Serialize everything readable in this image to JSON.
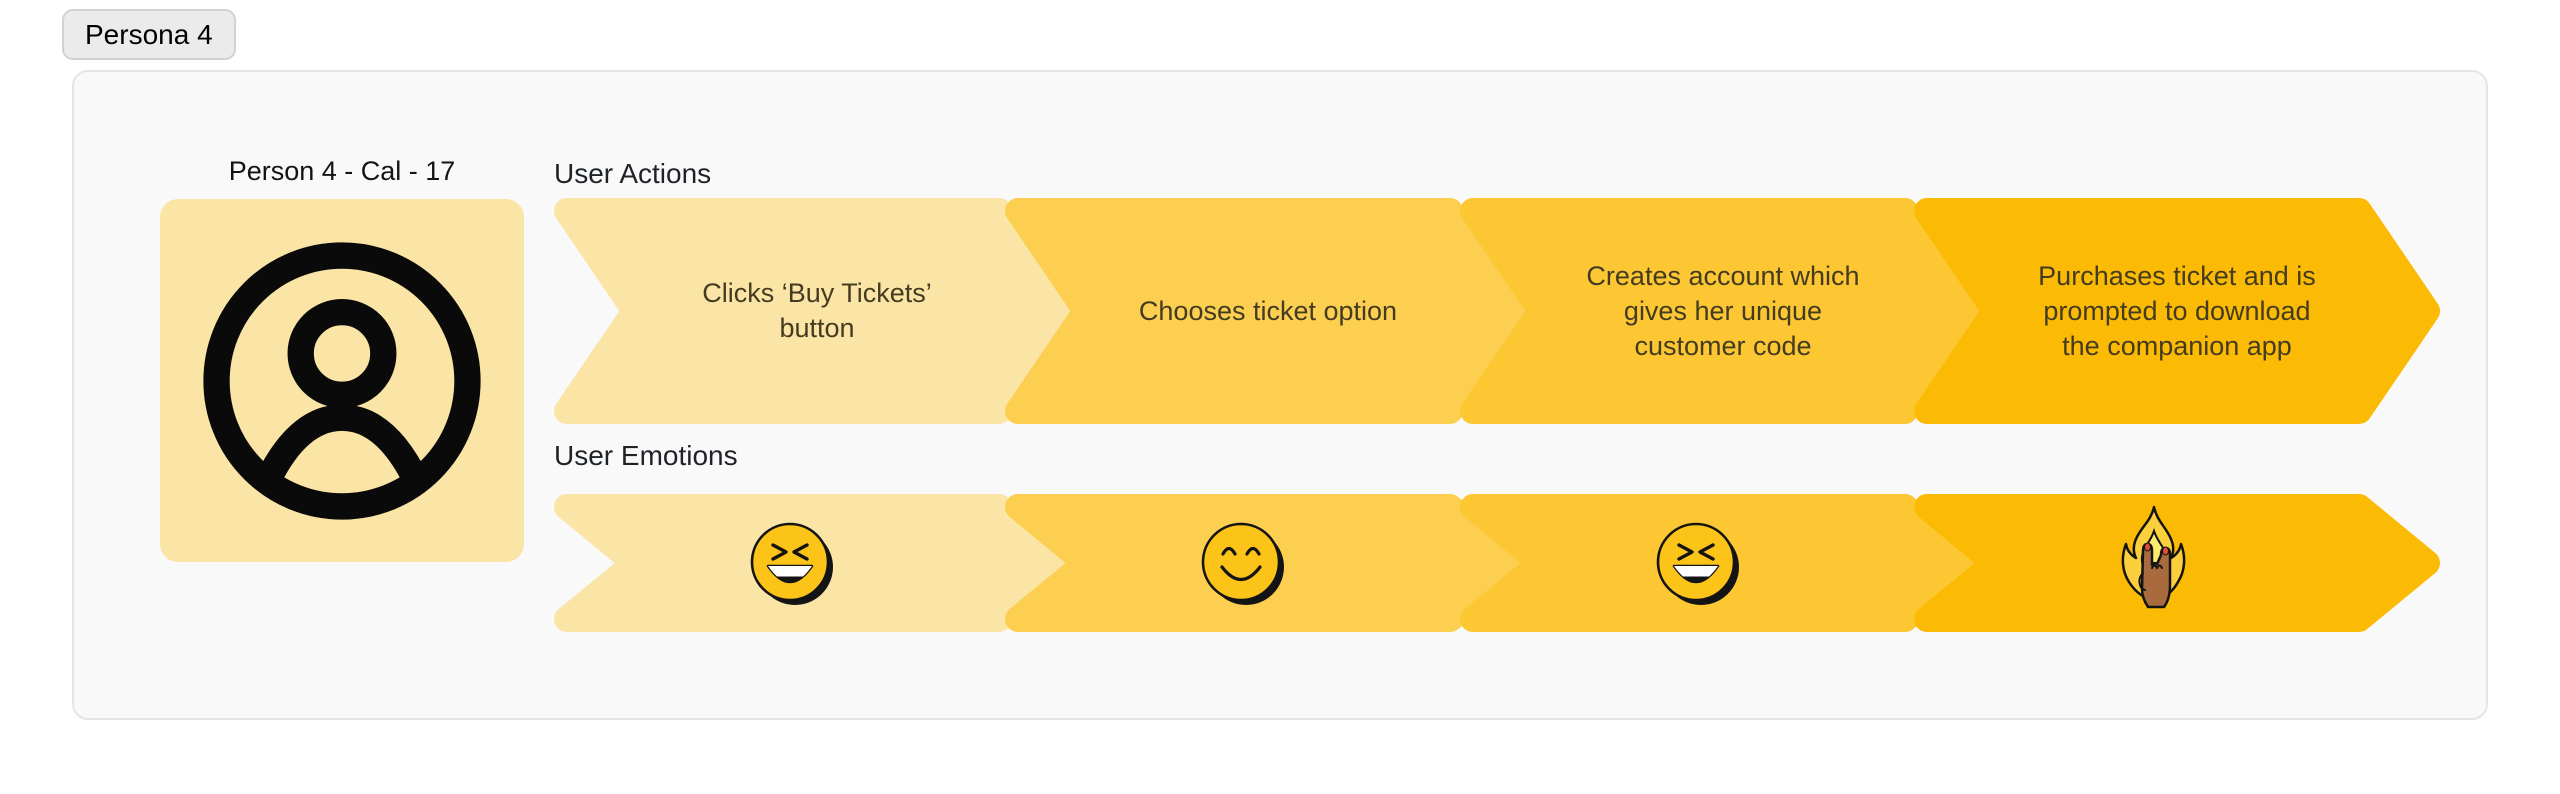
{
  "badge": {
    "label": "Persona 4"
  },
  "card": {
    "persona": {
      "title": "Person 4 - Cal - 17",
      "avatar_icon": "user-circle-icon",
      "avatar_bg": "#fbe5a6"
    },
    "actions": {
      "label": "User Actions",
      "steps": [
        {
          "lines": [
            "Clicks ‘Buy Tickets’",
            "button"
          ],
          "color": "#fbe5a6"
        },
        {
          "lines": [
            "Chooses ticket option"
          ],
          "color": "#fccf50"
        },
        {
          "lines": [
            "Creates account which",
            "gives her unique",
            "customer code"
          ],
          "color": "#fcc733"
        },
        {
          "lines": [
            "Purchases ticket and is",
            "prompted to download",
            "the companion app"
          ],
          "color": "#fbbb04"
        }
      ]
    },
    "emotions": {
      "label": "User Emotions",
      "steps": [
        {
          "icon": "laughing-xd-emoji-icon",
          "face": "face-laughing",
          "color": "#fbe5a6"
        },
        {
          "icon": "smiling-emoji-icon",
          "face": "face-smiling",
          "color": "#fccf50"
        },
        {
          "icon": "laughing-xd-emoji-icon",
          "face": "face-laughing",
          "color": "#fcc733"
        },
        {
          "icon": "rock-hand-fire-icon",
          "face": "face-rock-fire",
          "color": "#fbbb04"
        }
      ]
    }
  },
  "colors": {
    "emoji_gold": "#fcc419",
    "flame_outer": "#fcd03c",
    "flame_inner": "#fcec6e",
    "hand_skin": "#a96b3e",
    "nail_red": "#e14b38"
  }
}
